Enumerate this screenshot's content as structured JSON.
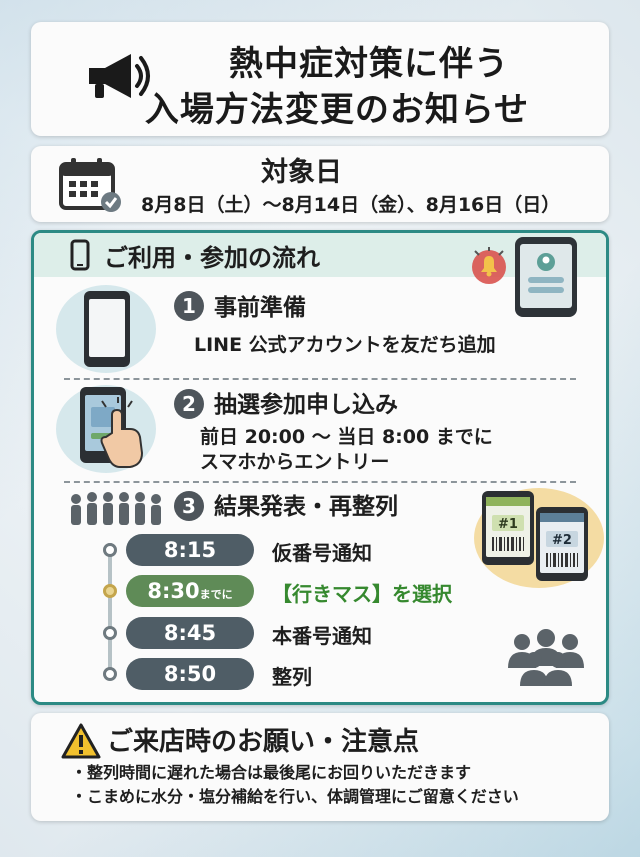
{
  "title": {
    "line1": "熱中症対策に伴う",
    "line2": "入場方法変更のお知らせ"
  },
  "target_day": {
    "label": "対象日",
    "dates": "8月8日（土）〜8月14日（金）、8月16日（日）"
  },
  "flow": {
    "title": "ご利用・参加の流れ",
    "steps": [
      {
        "number": "1",
        "title": "事前準備",
        "desc": "LINE 公式アカウントを友だち追加"
      },
      {
        "number": "2",
        "title": "抽選参加申し込み",
        "desc_line1": "前日 20:00 〜 当日 8:00 までに",
        "desc_line2": "スマホからエントリー"
      },
      {
        "number": "3",
        "title": "結果発表・再整列"
      }
    ],
    "timeline": [
      {
        "time": "8:15",
        "suffix": "",
        "label": "仮番号通知",
        "highlight": false
      },
      {
        "time": "8:30",
        "suffix": "までに",
        "label": "【行きマス】を選択",
        "highlight": true
      },
      {
        "time": "8:45",
        "suffix": "",
        "label": "本番号通知",
        "highlight": false
      },
      {
        "time": "8:50",
        "suffix": "",
        "label": "整列",
        "highlight": false
      }
    ],
    "tickets": [
      "#1",
      "#2"
    ]
  },
  "notice": {
    "title": "ご来店時のお願い・注意点",
    "items": [
      "整列時間に遅れた場合は最後尾にお回りいただきます",
      "こまめに水分・塩分補給を行い、体調管理にご留意ください"
    ]
  },
  "colors": {
    "accent_teal": "#2c8a84",
    "pill_gray": "#4f5d66",
    "pill_green": "#5f8b57",
    "highlight_green_text": "#36892f"
  }
}
